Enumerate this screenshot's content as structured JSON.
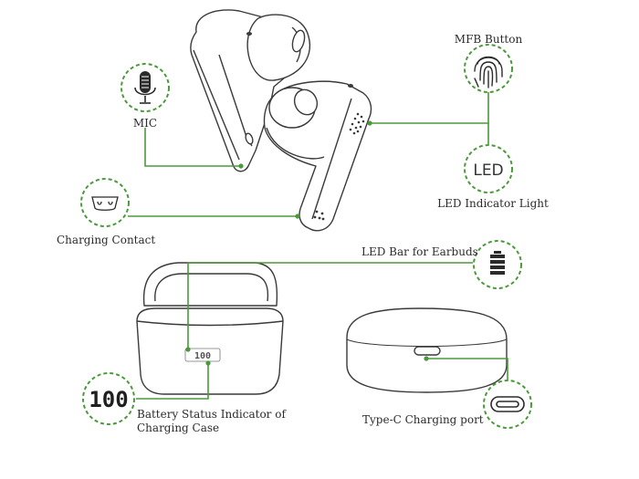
{
  "labels": {
    "mic": "MIC",
    "mfb_button": "MFB Button",
    "led_indicator": "LED Indicator Light",
    "led_icon_text": "LED",
    "charging_contact": "Charging Contact",
    "led_bar": "LED Bar for Earbuds",
    "battery_status_line1": "Battery Status Indicator of",
    "battery_status_line2": "Charging Case",
    "battery_display_digits": "100",
    "typec_port": "Type-C Charging port"
  },
  "colors": {
    "accent_green": "#4a9a3a",
    "outline": "#3a3a3a",
    "text": "#2b2b2b"
  },
  "icons": [
    "microphone-icon",
    "fingerprint-icon",
    "led-icon",
    "charging-contact-icon",
    "battery-icon",
    "digital-display-icon",
    "usb-c-port-icon"
  ]
}
